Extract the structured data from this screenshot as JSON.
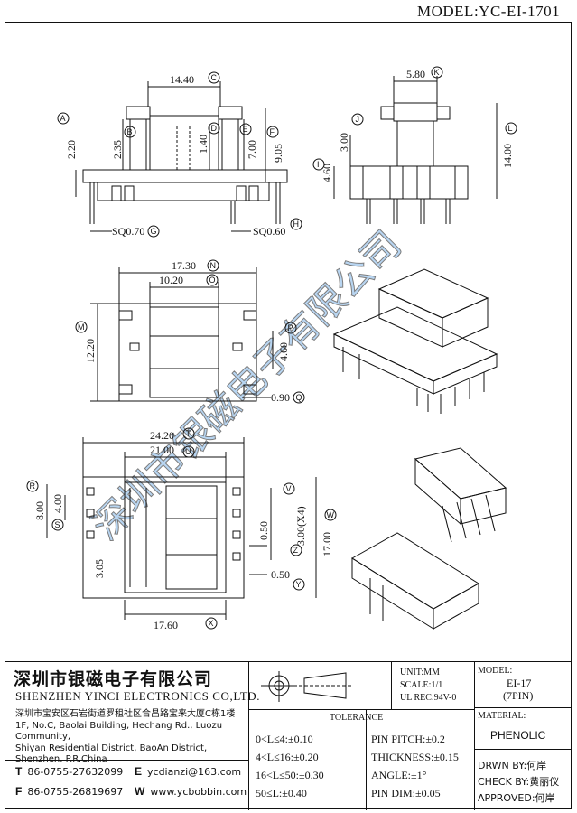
{
  "header": {
    "model_title": "MODEL:YC-EI-1701"
  },
  "watermark": "深圳市银磁电子有限公司",
  "dimensions": {
    "top_view": [
      {
        "value": "14.40",
        "tag": "C"
      },
      {
        "value": "2.20",
        "tag": "A"
      },
      {
        "value": "2.35",
        "tag": "B"
      },
      {
        "value": "1.40",
        "tag": "D"
      },
      {
        "value": "7.00",
        "tag": "E"
      },
      {
        "value": "9.05",
        "tag": "F"
      },
      {
        "value": "SQ0.70",
        "tag": "G"
      },
      {
        "value": "SQ0.60",
        "tag": "H"
      }
    ],
    "side_view": [
      {
        "value": "5.80",
        "tag": "K"
      },
      {
        "value": "3.00",
        "tag": "J"
      },
      {
        "value": "14.00",
        "tag": "L"
      },
      {
        "value": "4.60",
        "tag": "I"
      }
    ],
    "plan_view": [
      {
        "value": "17.30",
        "tag": "N"
      },
      {
        "value": "10.20",
        "tag": "O"
      },
      {
        "value": "12.20",
        "tag": "M"
      },
      {
        "value": "4.60",
        "tag": "P"
      },
      {
        "value": "0.90",
        "tag": "Q"
      }
    ],
    "bottom_view": [
      {
        "value": "24.20",
        "tag": "T"
      },
      {
        "value": "21.00",
        "tag": "U"
      },
      {
        "value": "8.00",
        "tag": "R"
      },
      {
        "value": "4.00",
        "tag": "S"
      },
      {
        "value": "3.00(X4)",
        "tag": "V"
      },
      {
        "value": "17.00",
        "tag": "W"
      },
      {
        "value": "0.50",
        "tag": "Z"
      },
      {
        "value": "0.50",
        "tag": "Y"
      },
      {
        "value": "3.05",
        "tag": ""
      },
      {
        "value": "17.60",
        "tag": "X"
      }
    ]
  },
  "title_block": {
    "company_cn": "深圳市银磁电子有限公司",
    "company_en": "SHENZHEN YINCI ELECTRONICS CO,LTD.",
    "address_lines": [
      "深圳市宝安区石岩街道罗租社区合昌路宝来大厦C栋1楼",
      "1F, No.C, Baolai Building, Hechang Rd., Luozu Community,",
      "Shiyan Residential District, BaoAn District,",
      "Shenzhen, P.R.China"
    ],
    "contacts": [
      {
        "letter": "T",
        "value": "86-0755-27632099"
      },
      {
        "letter": "E",
        "value": "ycdianzi@163.com"
      },
      {
        "letter": "F",
        "value": "86-0755-26819697"
      },
      {
        "letter": "W",
        "value": "www.ycbobbin.com"
      }
    ],
    "unit": "UNIT:MM",
    "scale": "SCALE:1/1",
    "ul_rec": "UL REC:94V-0",
    "model_label": "MODEL:",
    "model_value": "EI-17",
    "model_pins": "(7PIN)",
    "material_label": "MATERIAL:",
    "material_value": "PHENOLIC",
    "tolerance_title": "TOLERANCE",
    "tolerance_left": [
      "0<L≤4:±0.10",
      "4<L≤16:±0.20",
      "16<L≤50:±0.30",
      "50≤L:±0.40"
    ],
    "tolerance_right": [
      "PIN PITCH:±0.2",
      "THICKNESS:±0.15",
      "ANGLE:±1°",
      "PIN DIM:±0.05"
    ],
    "drawn_by": "DRWN BY:何岸",
    "check_by": "CHECK BY:黄丽仪",
    "approved": "APPROVED:何岸"
  }
}
